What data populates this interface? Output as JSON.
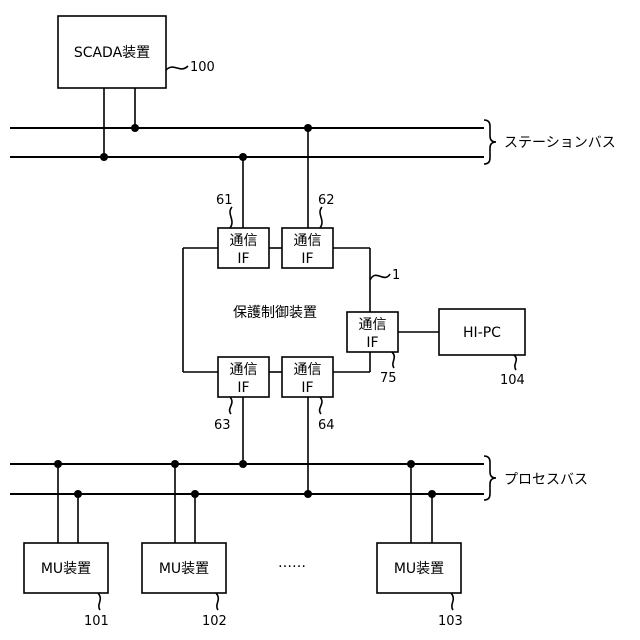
{
  "scada": {
    "label": "SCADA装置",
    "ref": "100"
  },
  "station_bus": {
    "label": "ステーションバス"
  },
  "process_bus": {
    "label": "プロセスバス"
  },
  "protection": {
    "label": "保護制御装置",
    "ref": "1"
  },
  "comm_if": {
    "line1": "通信",
    "line2": "IF",
    "refs": {
      "if61": "61",
      "if62": "62",
      "if63": "63",
      "if64": "64",
      "if75": "75"
    }
  },
  "hipc": {
    "label": "HI-PC",
    "ref": "104"
  },
  "mu_units": [
    {
      "label": "MU装置",
      "ref": "101"
    },
    {
      "label": "MU装置",
      "ref": "102"
    },
    {
      "label": "MU装置",
      "ref": "103"
    }
  ],
  "ellipsis": "……"
}
